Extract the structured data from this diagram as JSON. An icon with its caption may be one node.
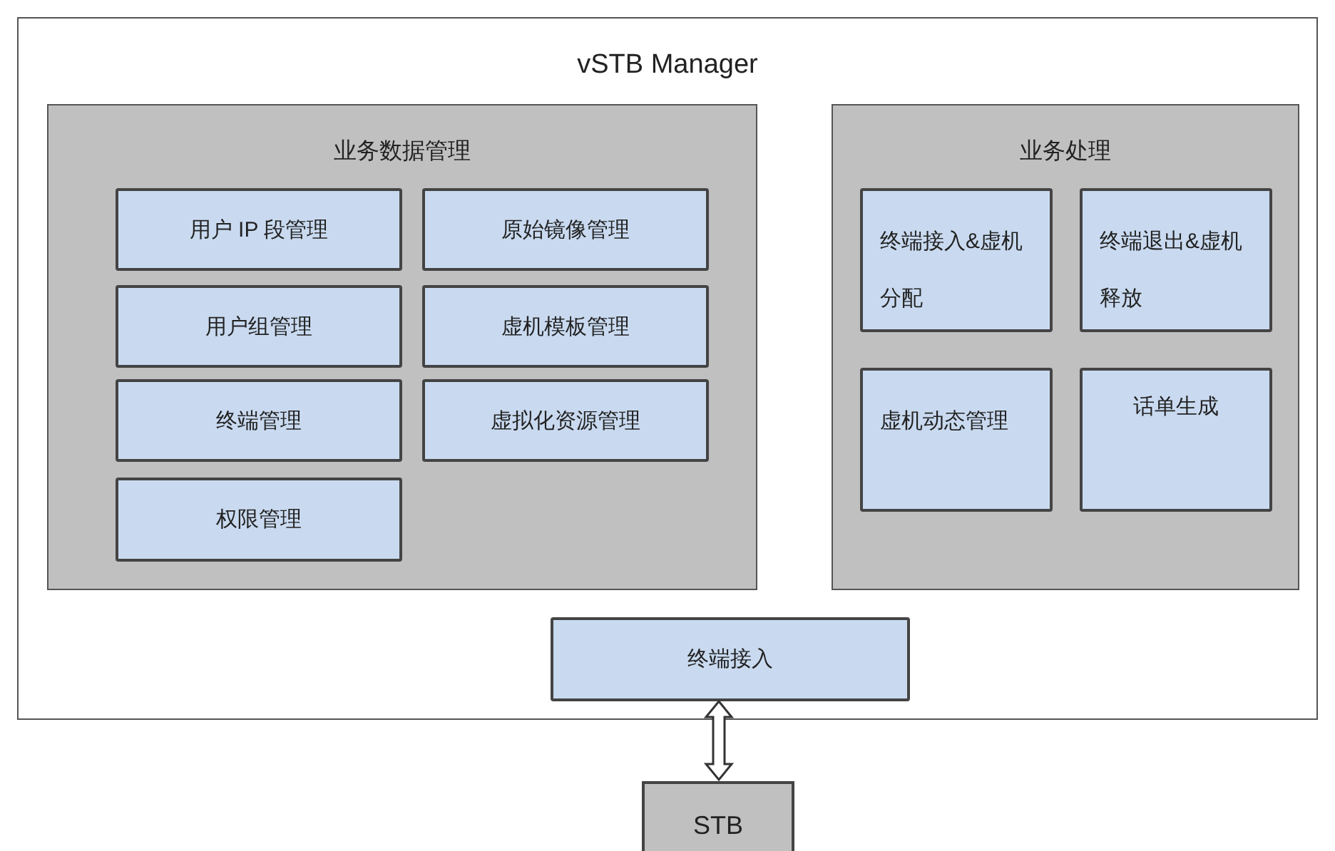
{
  "diagram": {
    "nodes": [
      {
        "text": [
          "vSTB Manager"
        ]
      },
      {
        "text": [
          "业务数据管理"
        ],
        "in": 0
      },
      {
        "text": [
          "用户 IP 段管理"
        ],
        "in": 1
      },
      {
        "text": [
          "原始镜像管理"
        ],
        "in": 1
      },
      {
        "text": [
          "用户组管理"
        ],
        "in": 1
      },
      {
        "text": [
          "虚机模板管理"
        ],
        "in": 1
      },
      {
        "text": [
          "终端管理"
        ],
        "in": 1
      },
      {
        "text": [
          "虚拟化资源管理"
        ],
        "in": 1
      },
      {
        "text": [
          "权限管理"
        ],
        "in": 1
      },
      {
        "text": [
          "业务处理"
        ],
        "in": 0
      },
      {
        "text": [
          "终端接入&虚机分配"
        ],
        "in": 9
      },
      {
        "text": [
          "终端退出&虚机释放"
        ],
        "in": 9
      },
      {
        "text": [
          "虚机动态管理"
        ],
        "in": 9
      },
      {
        "text": [
          "话单生成"
        ],
        "in": 9
      },
      {
        "text": [
          "终端接入"
        ],
        "in": 0
      },
      {
        "text": [
          "STB"
        ]
      }
    ],
    "edges": [
      {
        "from": 14,
        "to": 15,
        "arrow": "both"
      }
    ]
  }
}
